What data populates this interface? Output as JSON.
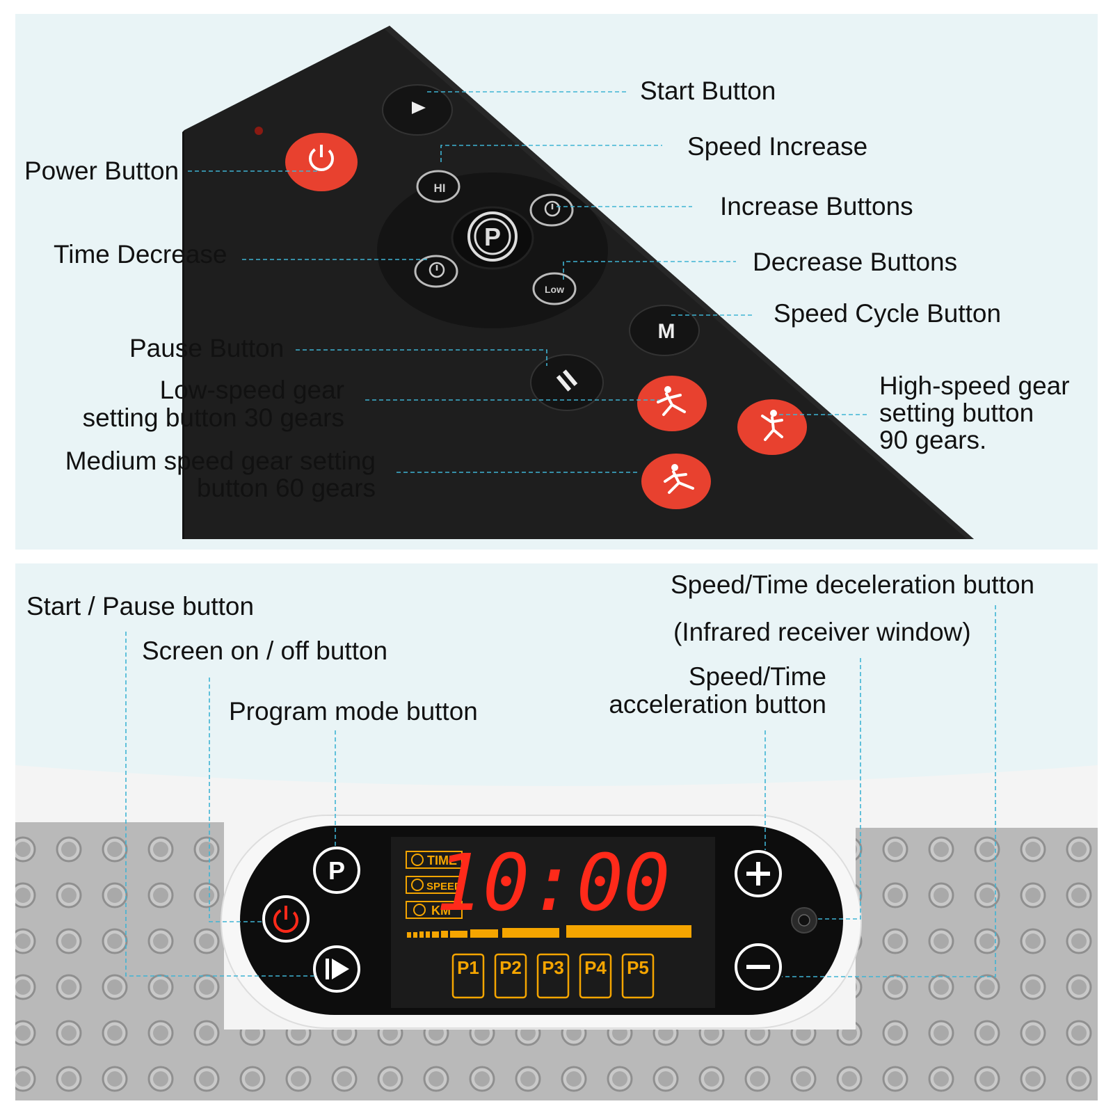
{
  "remote": {
    "labels": {
      "start": "Start Button",
      "speed_increase": "Speed Increase",
      "increase": "Increase Buttons",
      "decrease": "Decrease Buttons",
      "speed_cycle": "Speed Cycle Button",
      "high_speed_1": "High-speed gear",
      "high_speed_2": "setting button",
      "high_speed_3": "90 gears.",
      "power": "Power Button",
      "time_decrease": "Time Decrease",
      "pause": "Pause Button",
      "low_speed_1": "Low-speed gear",
      "low_speed_2": "setting button 30 gears",
      "medium_speed_1": "Medium speed gear setting",
      "medium_speed_2": "button 60 gears"
    },
    "button_text": {
      "hi": "HI",
      "low": "Low",
      "mode": "M",
      "program": "P"
    },
    "colors": {
      "body": "#1c1c1c",
      "red": "#e8412f",
      "leader": "#3fb4d4"
    }
  },
  "console": {
    "labels": {
      "start_pause": "Start / Pause button",
      "screen_onoff": "Screen on / off button",
      "program_mode": "Program mode button",
      "decel": "Speed/Time deceleration button",
      "ir_window": "(Infrared receiver window)",
      "accel_1": "Speed/Time",
      "accel_2": "acceleration button"
    },
    "display": {
      "time_value": "10:00",
      "indicators": [
        "TIME",
        "SPEED",
        "KM"
      ],
      "programs": [
        "P1",
        "P2",
        "P3",
        "P4",
        "P5"
      ],
      "program_button": "P"
    },
    "colors": {
      "led_red": "#ff2a1a",
      "led_amber": "#f5a500",
      "mat": "#b9b9b9"
    }
  }
}
